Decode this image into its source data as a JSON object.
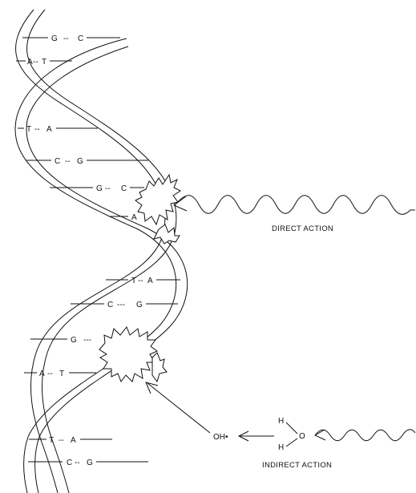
{
  "base_pairs": [
    {
      "id": "gc1",
      "left": "G",
      "sep": "--",
      "right": "C"
    },
    {
      "id": "at1",
      "left": "A",
      "sep": "--",
      "right": "T"
    },
    {
      "id": "ta1",
      "left": "T",
      "sep": "--",
      "right": "A"
    },
    {
      "id": "cg1",
      "left": "C",
      "sep": "--",
      "right": "G"
    },
    {
      "id": "gc2",
      "left": "G",
      "sep": "--",
      "right": "C"
    },
    {
      "id": "a_broken",
      "left": "A",
      "sep": "",
      "right": ""
    },
    {
      "id": "ta2",
      "left": "T",
      "sep": "--",
      "right": "A"
    },
    {
      "id": "cg2",
      "left": "C",
      "sep": "---",
      "right": "G"
    },
    {
      "id": "g_broken",
      "left": "G",
      "sep": "---",
      "right": ""
    },
    {
      "id": "at2",
      "left": "A",
      "sep": "--",
      "right": "T"
    },
    {
      "id": "ta3",
      "left": "T",
      "sep": "--",
      "right": "A"
    },
    {
      "id": "cg3",
      "left": "C",
      "sep": "--",
      "right": "G"
    }
  ],
  "labels": {
    "direct_action": "DIRECT ACTION",
    "indirect_action": "INDIRECT ACTION",
    "hydroxyl_radical": "OH•",
    "water_h_top": "H",
    "water_h_bottom": "H",
    "water_o": "O"
  }
}
